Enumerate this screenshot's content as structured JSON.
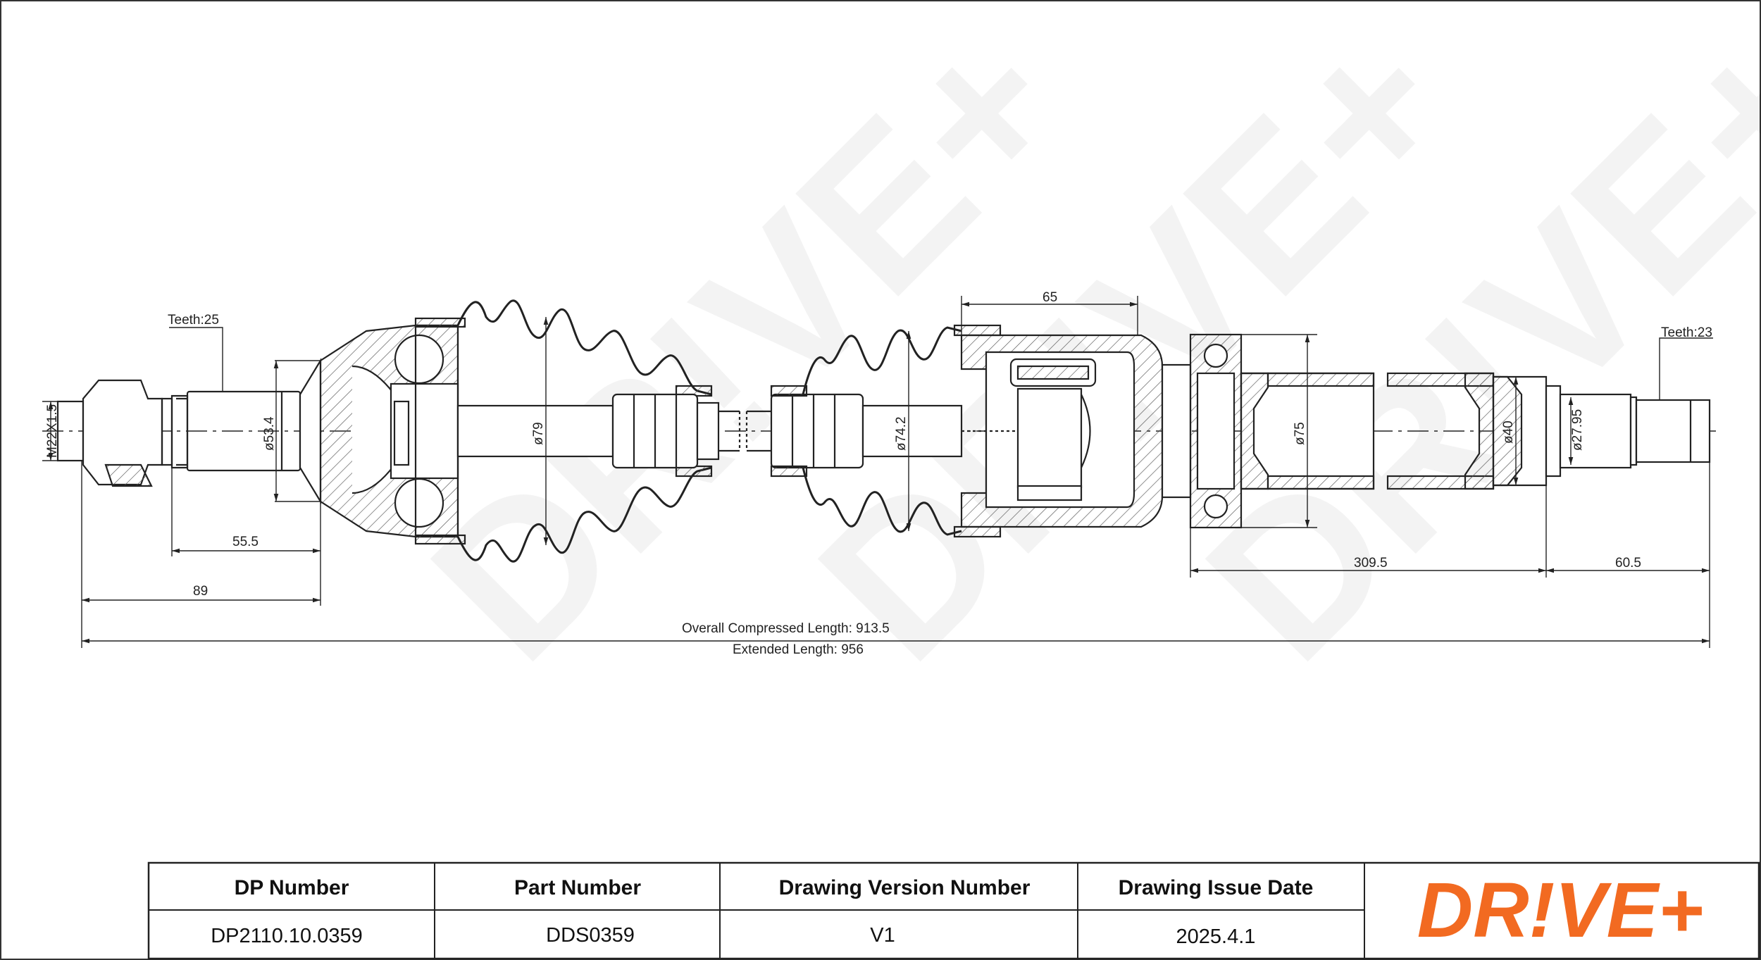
{
  "watermark": "DR!VE+",
  "dimensions": {
    "teeth_left": "Teeth:25",
    "teeth_right": "Teeth:23",
    "thread": "M22X1.5",
    "d_53_4": "ø53.4",
    "d_79": "ø79",
    "d_74_2": "ø74.2",
    "d_75": "ø75",
    "d_40": "ø40",
    "d_27_95": "ø27.95",
    "len_65": "65",
    "len_55_5": "55.5",
    "len_89": "89",
    "len_309_5": "309.5",
    "len_60_5": "60.5",
    "overall_compressed": "Overall  Compressed  Length: 913.5",
    "extended": "Extended  Length: 956"
  },
  "title_block": {
    "headers": [
      "DP Number",
      "Part Number",
      "Drawing Version Number",
      "Drawing Issue Date"
    ],
    "values": [
      "DP2110.10.0359",
      "DDS0359",
      "V1",
      "2025.4.1"
    ]
  },
  "logo": {
    "text": "DR!VE+",
    "color": "#f26a21"
  },
  "colors": {
    "line": "#222222",
    "hatch": "#555555"
  }
}
